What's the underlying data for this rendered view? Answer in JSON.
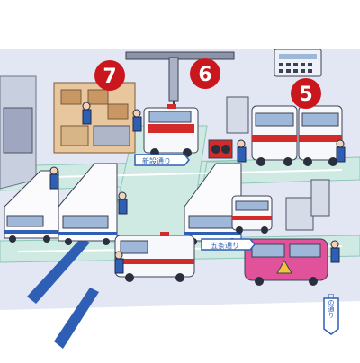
{
  "markers": {
    "five": "5",
    "six": "6",
    "seven": "7"
  },
  "street_signs": {
    "center_top": "新設通り",
    "center_bottom": "五条通り",
    "right_lower": "口の通り"
  },
  "colors": {
    "ground": "#dfe4f2",
    "road": "#cfe8e4",
    "road_line": "#2b8f7a",
    "marker_red": "#c9171d",
    "sign_blue": "#2f5fb5",
    "van_white": "#f7f8fb",
    "van_red": "#d32a2a",
    "bus_white": "#fbfbfd",
    "pink_van": "#e0529a"
  },
  "icons": [
    "crane-icon",
    "control-panel-icon",
    "warning-triangle-icon"
  ]
}
